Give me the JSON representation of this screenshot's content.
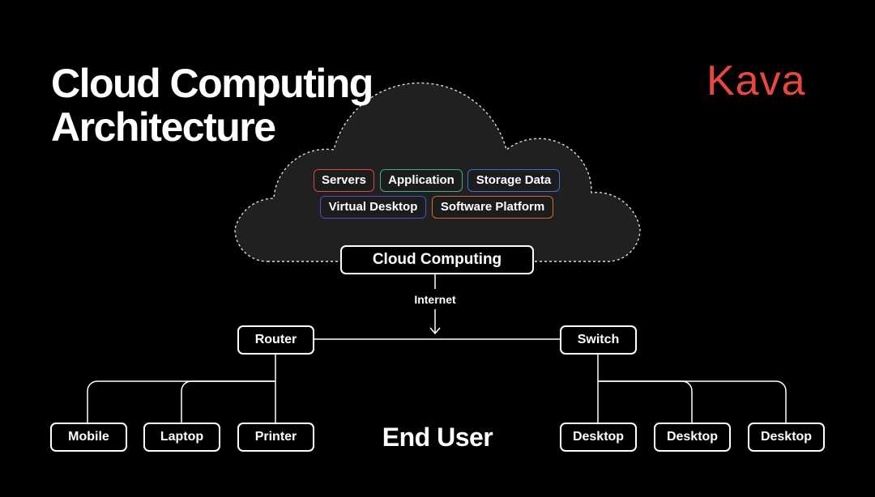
{
  "title": {
    "line1": "Cloud Computing",
    "line2": "Architecture"
  },
  "brand": {
    "name": "Kava",
    "color": "#e8473f"
  },
  "cloud": {
    "services": [
      {
        "label": "Servers",
        "color": "#d9463b"
      },
      {
        "label": "Application",
        "color": "#3fae82"
      },
      {
        "label": "Storage Data",
        "color": "#3f6fd1"
      },
      {
        "label": "Virtual Desktop",
        "color": "#4b52c4"
      },
      {
        "label": "Software Platform",
        "color": "#cc6a34"
      }
    ],
    "main_label": "Cloud Computing"
  },
  "connection": {
    "internet_label": "Internet"
  },
  "network": {
    "router": "Router",
    "switch": "Switch"
  },
  "end_user": {
    "label": "End User",
    "left_devices": [
      "Mobile",
      "Laptop",
      "Printer"
    ],
    "right_devices": [
      "Desktop",
      "Desktop",
      "Desktop"
    ]
  }
}
